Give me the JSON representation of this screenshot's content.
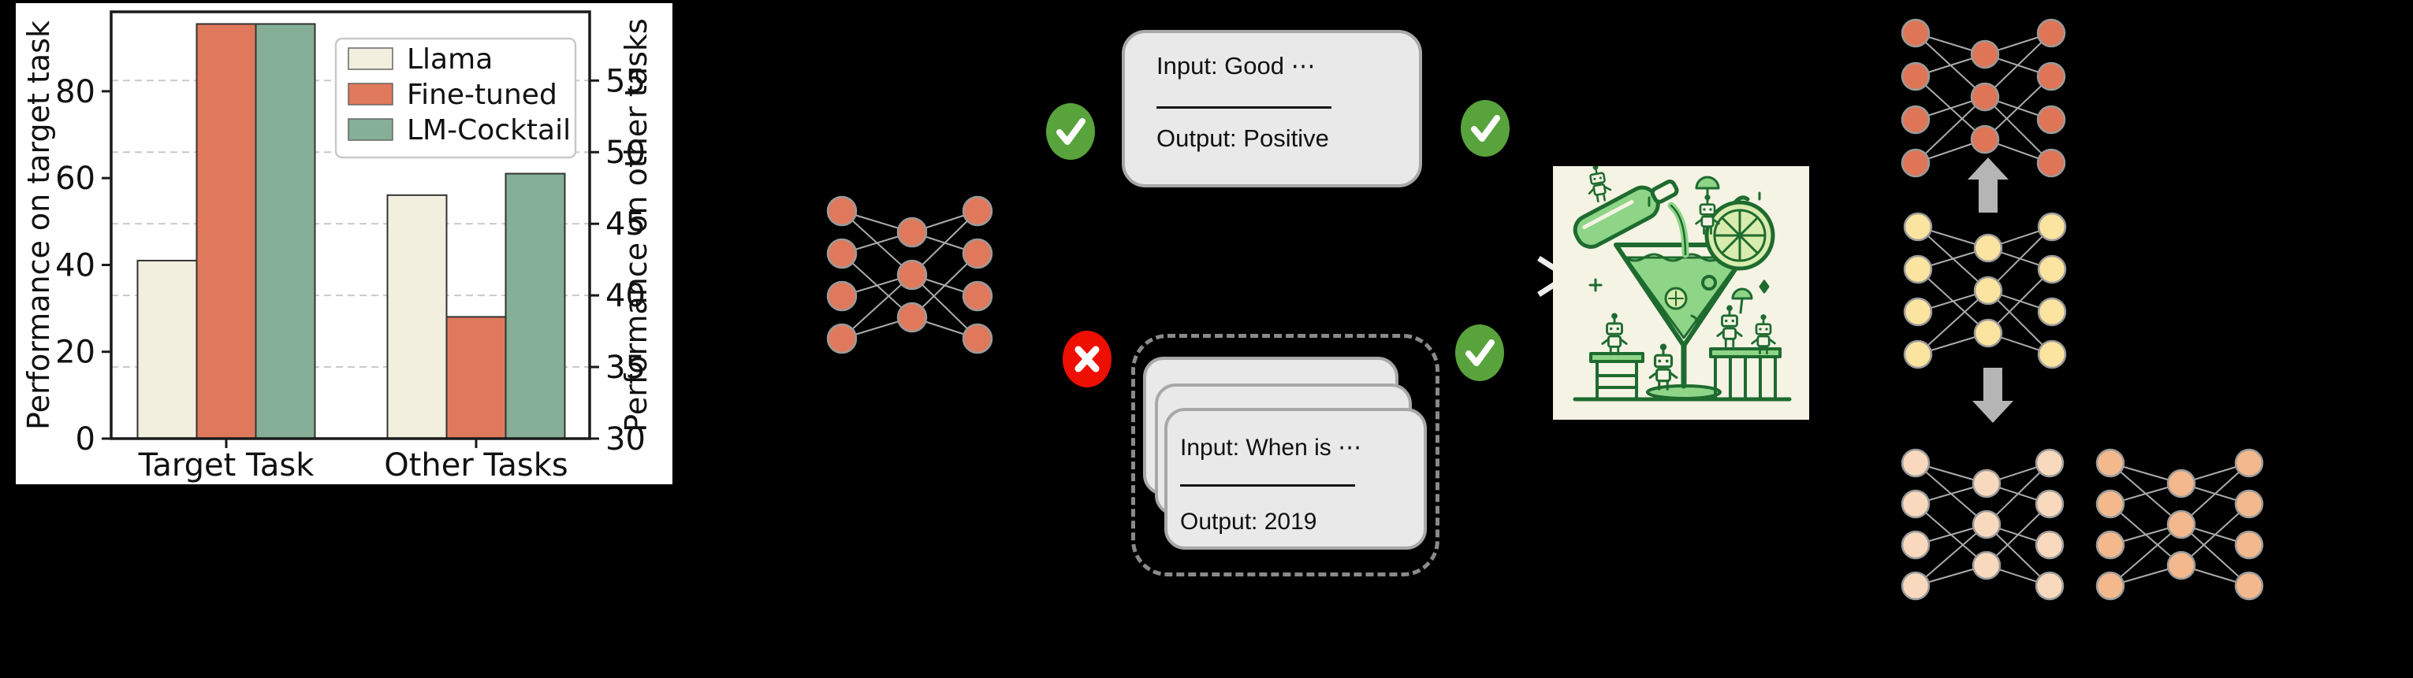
{
  "page": {
    "background": "#000000"
  },
  "chart_data": {
    "type": "bar",
    "categories": [
      "Target Task",
      "Other Tasks"
    ],
    "series": [
      {
        "name": "Llama",
        "color": "#F2EFDF",
        "values": [
          41.0,
          47.0
        ]
      },
      {
        "name": "Fine-tuned",
        "color": "#E0795C",
        "values": [
          95.5,
          38.5
        ]
      },
      {
        "name": "LM-Cocktail",
        "color": "#85AF96",
        "values": [
          95.5,
          48.5
        ]
      }
    ],
    "axis_for_category": [
      "left",
      "right"
    ],
    "ylabel_left": "Performance on target task",
    "ylabel_right": "Performance on other tasks",
    "yticks_left": [
      0,
      20,
      40,
      60,
      80
    ],
    "yticks_right": [
      30,
      35,
      40,
      45,
      50,
      55
    ],
    "ylim_left": [
      0,
      98.3
    ],
    "ylim_right": [
      30,
      59.8
    ],
    "grid": "dashed horizontal lines at right-axis ticks",
    "legend_position": "upper right",
    "legend_labels": [
      "Llama",
      "Fine-tuned",
      "LM-Cocktail"
    ]
  },
  "chart_style": {
    "panel_bg": "#ffffff",
    "spine_color": "#1a1a1a",
    "grid_color": "#c9c9c9",
    "bar_edge": "#333333",
    "text_color": "#111111",
    "legend_border": "#c9c9c9"
  },
  "diagram": {
    "cards": {
      "top_card": {
        "input_label": "Input: Good ⋯",
        "output_label": "Output: Positive"
      },
      "stacked_card": {
        "input_label": "Input: When is ⋯",
        "output_label": "Output: 2019"
      }
    },
    "marks": {
      "check_color": "#58A33C",
      "cross_color": "#EE0F00",
      "glyph_color": "#ffffff"
    },
    "arrow_color": "#b5b5b5",
    "chevron_color": "#ededed",
    "networks": {
      "node_stroke": "#9a9a9a",
      "edge_color": "#ababab",
      "left_model_color": "#E0795C",
      "top_right_model_color": "#DF7557",
      "middle_right_model_color": "#FBE3A0",
      "bottom_left_model_color": "#F8D9BE",
      "bottom_right_model_color": "#F3B98D"
    },
    "cocktail_image": {
      "background": "#F5F3E4",
      "line_color": "#1E6B2F",
      "fill_color": "#8FD588",
      "alt": "robots mixing a green cocktail in a martini glass"
    }
  }
}
